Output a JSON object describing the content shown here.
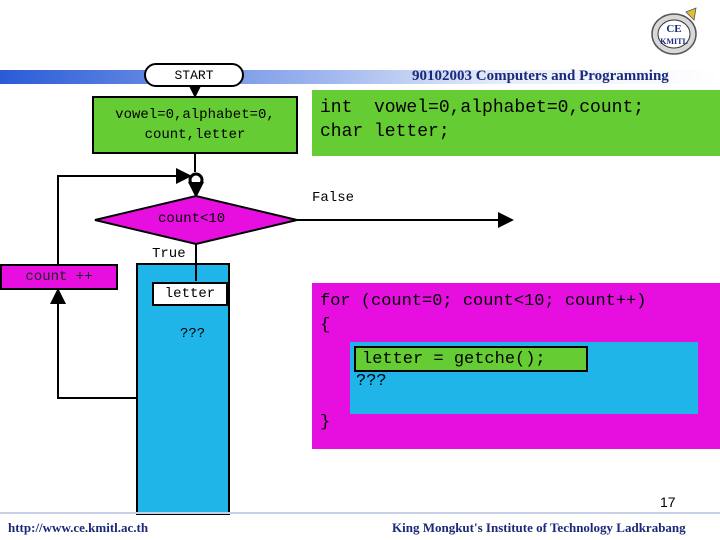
{
  "header": {
    "title": "90102003 Computers and Programming"
  },
  "footer": {
    "url": "http://www.ce.kmitl.ac.th",
    "institute": "King Mongkut's Institute of Technology Ladkrabang"
  },
  "logo": {
    "text": "CE KMITL"
  },
  "flowchart": {
    "start": "START",
    "init_line1": "vowel=0,alphabet=0,",
    "init_line2": "count,letter",
    "condition": "count<10",
    "true_label": "True",
    "false_label": "False",
    "increment": "count ++",
    "body_input": "letter",
    "body_rest": "???"
  },
  "code": {
    "decl_line1": "int  vowel=0,alphabet=0,count;",
    "decl_line2": "char letter;",
    "for_line": "for (count=0; count<10; count++)",
    "open_brace": "{",
    "getche_line": "letter = getche();",
    "rest_line": "???",
    "close_brace": "}"
  },
  "page": {
    "number": "17"
  },
  "colors": {
    "green": "#66cc33",
    "magenta": "#e60fe0",
    "cyan": "#1fb5e8",
    "navy": "#1a2a7a"
  }
}
